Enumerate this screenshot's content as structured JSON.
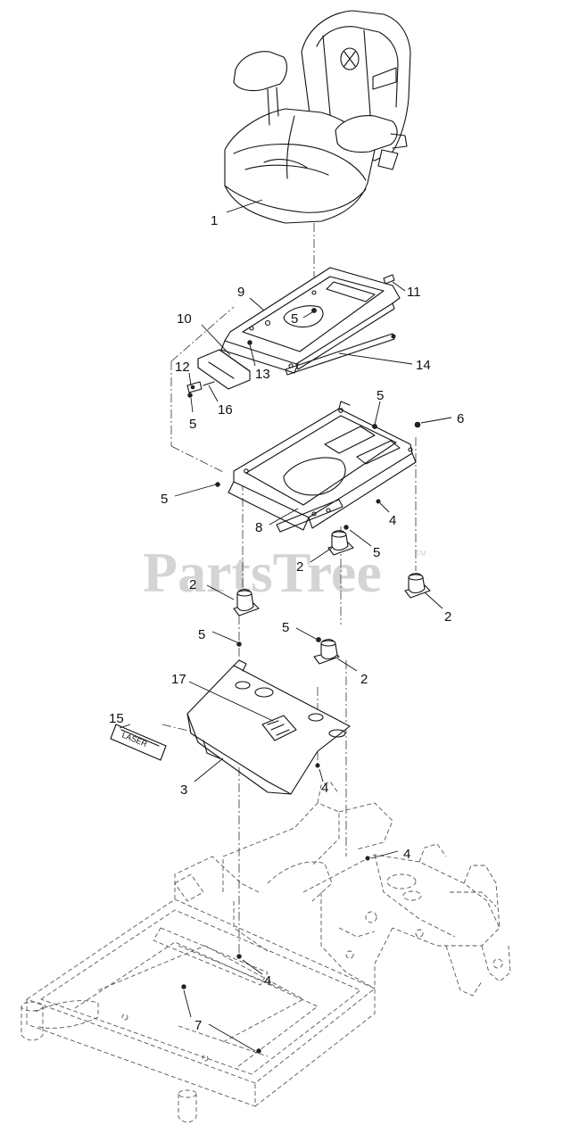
{
  "watermark": {
    "text": "PartsTree",
    "tm": "TM"
  },
  "callouts": [
    "1",
    "9",
    "11",
    "5",
    "10",
    "13",
    "14",
    "12",
    "16",
    "5",
    "5",
    "6",
    "5",
    "8",
    "4",
    "2",
    "5",
    "2",
    "2",
    "5",
    "5",
    "2",
    "17",
    "15",
    "3",
    "4",
    "4",
    "4",
    "7"
  ],
  "decal_text": "LASER"
}
